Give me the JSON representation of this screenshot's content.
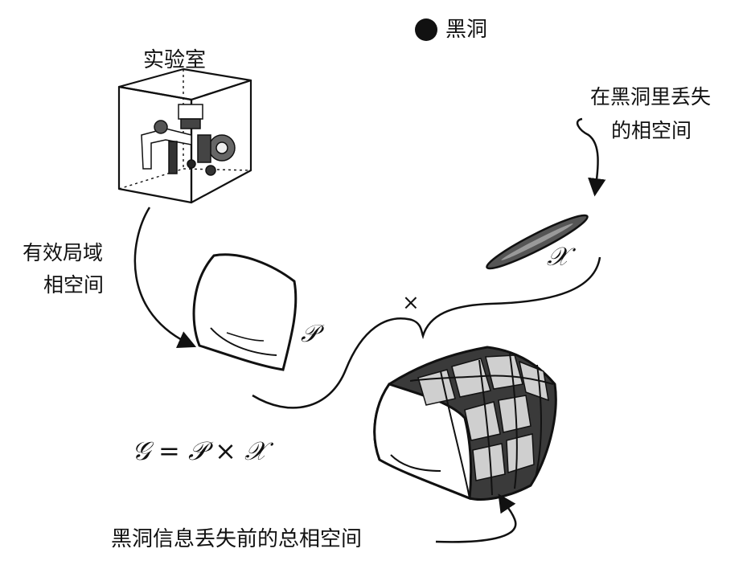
{
  "labels": {
    "black_hole": "黑洞",
    "lab": "实验室",
    "effective_line1": "有效局域",
    "effective_line2": "相空间",
    "lost_line1": "在黑洞里丢失",
    "lost_line2": "的相空间",
    "total": "黑洞信息丢失前的总相空间"
  },
  "math": {
    "P": "𝒫",
    "X": "𝒳",
    "times": "×",
    "equation": "𝒢 = 𝒫 × 𝒳"
  },
  "colors": {
    "ink": "#111111",
    "background": "#ffffff"
  },
  "icons": {
    "black_hole_dot": "filled-circle",
    "lab_box": "wireframe-cube-with-apparatus"
  }
}
